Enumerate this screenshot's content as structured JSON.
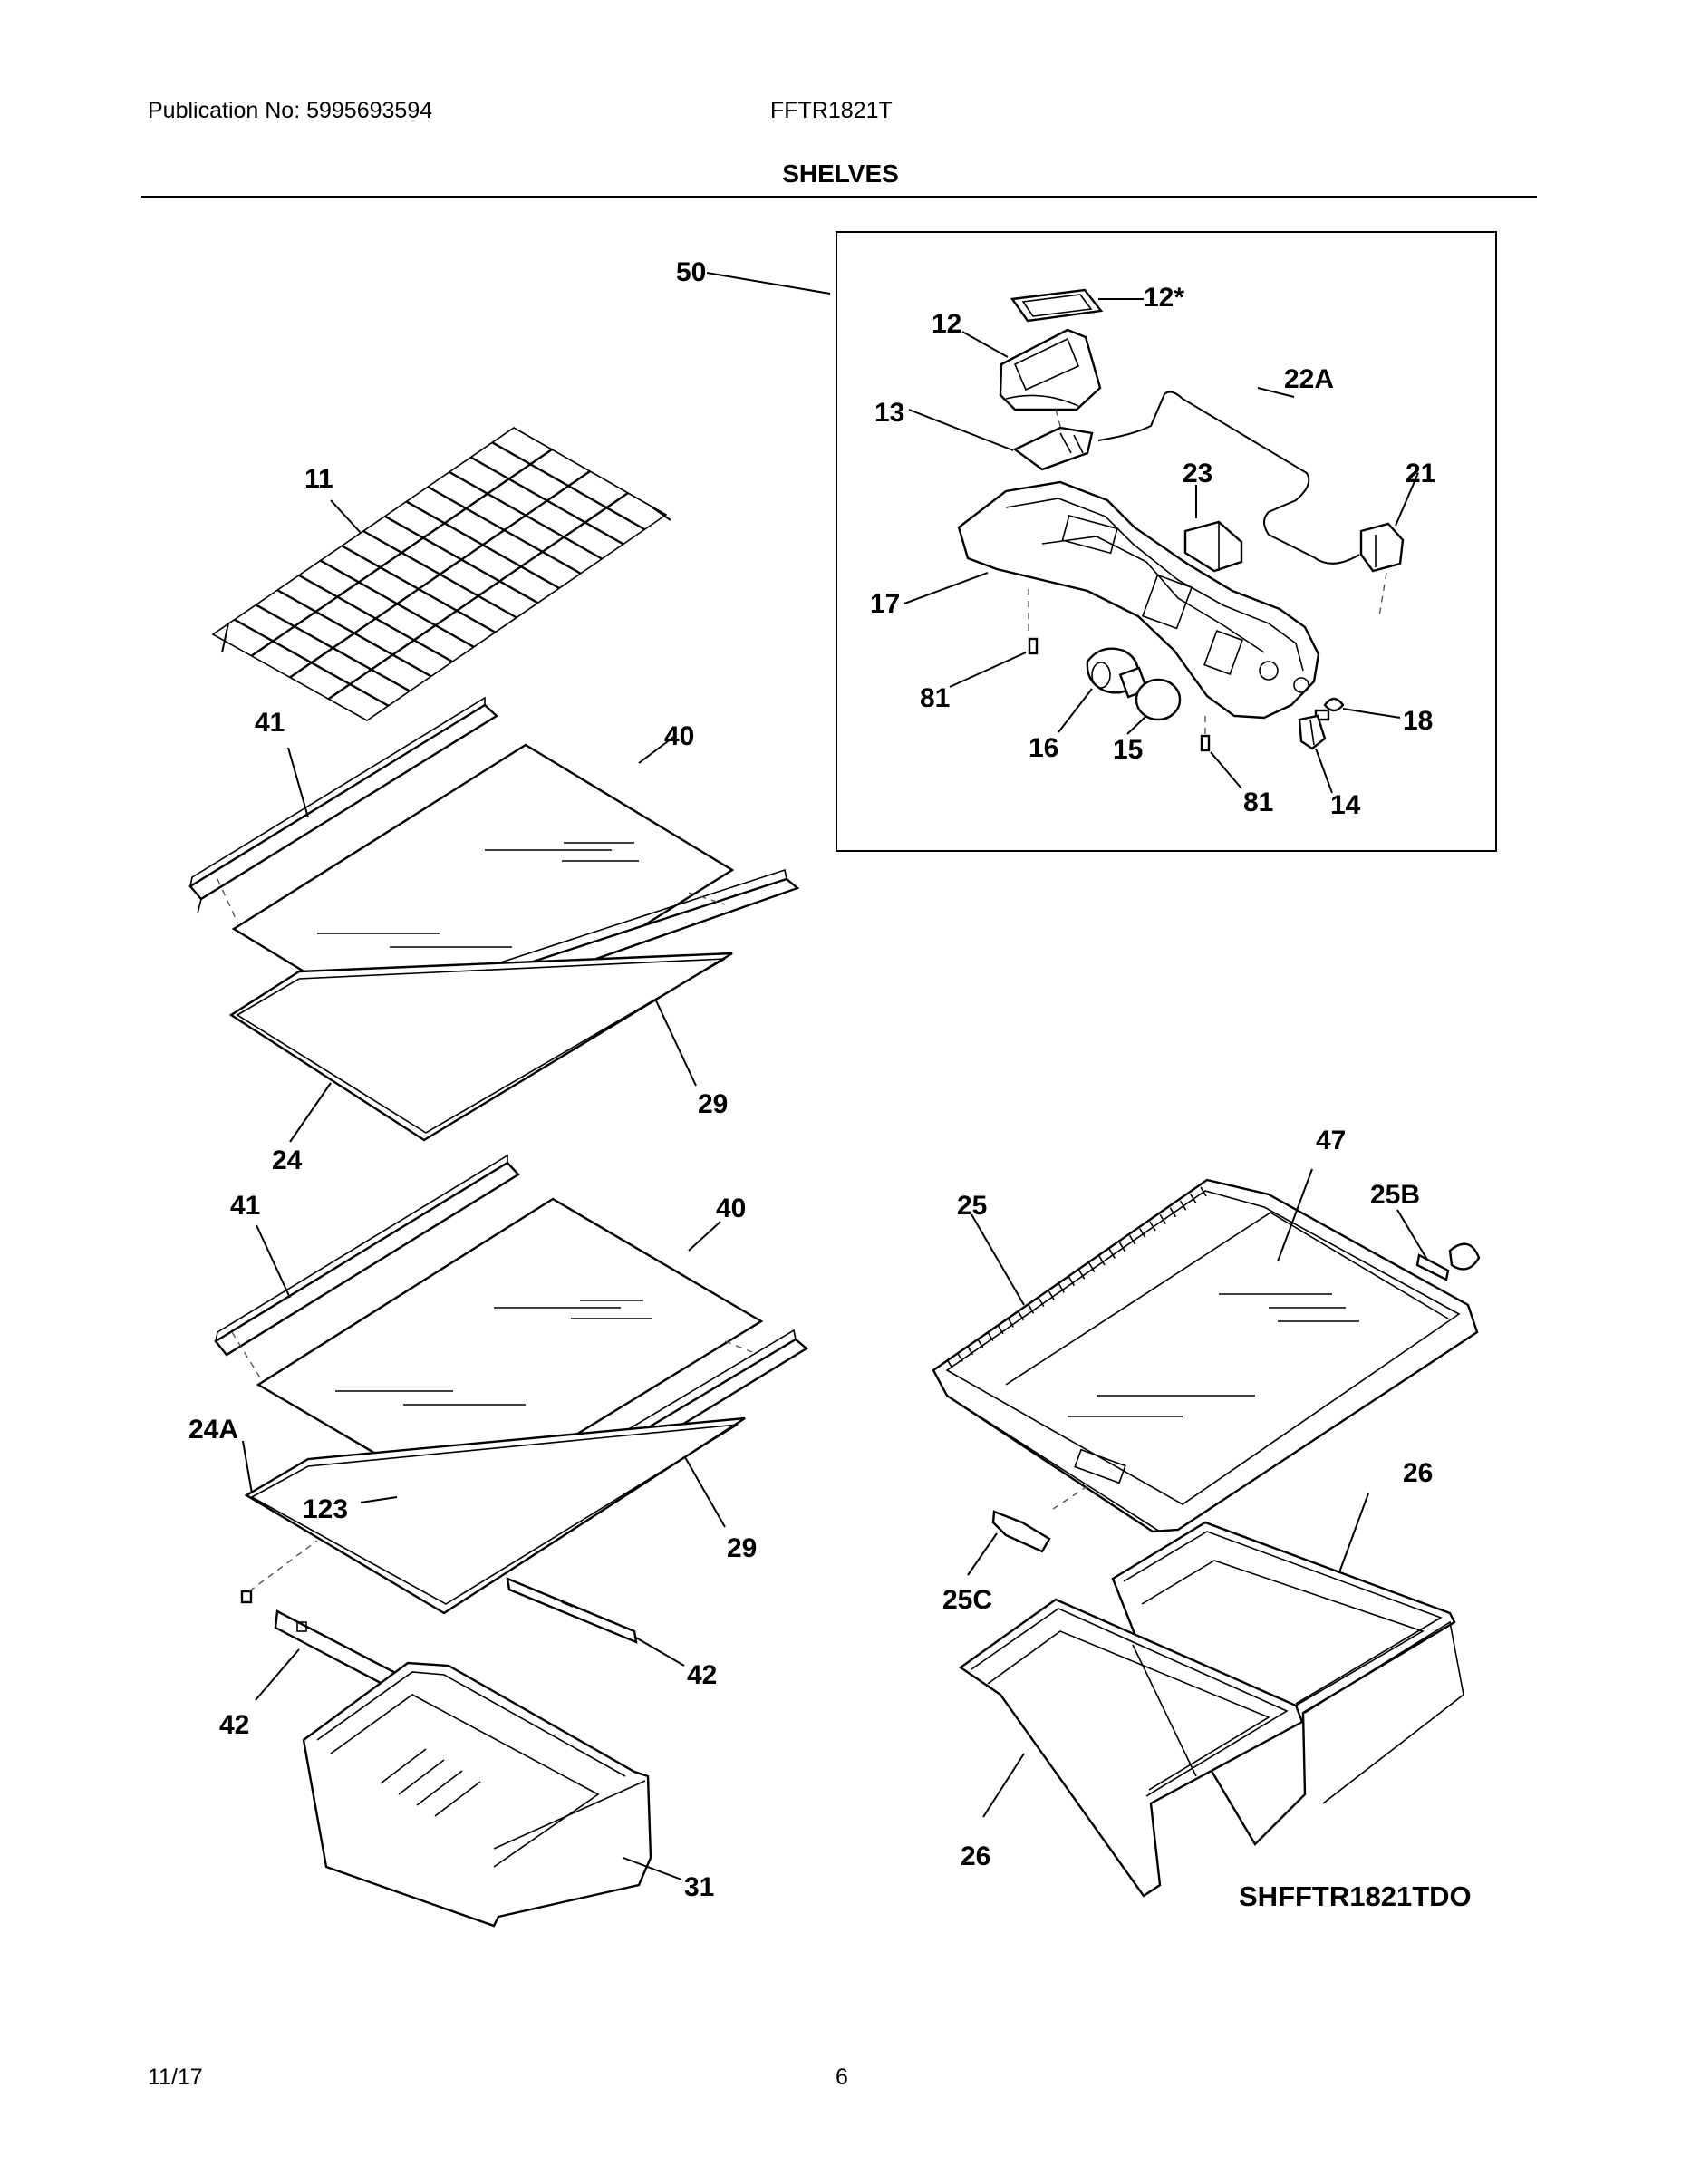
{
  "header": {
    "publication": "Publication No: 5995693594",
    "model": "FFTR1821T",
    "section_title": "SHELVES"
  },
  "footer": {
    "date": "11/17",
    "page_number": "6"
  },
  "diagram": {
    "code": "SHFFTR1821TDO",
    "labels": {
      "l50": "50",
      "l12s": "12*",
      "l12": "12",
      "l22A": "22A",
      "l13": "13",
      "l23": "23",
      "l21": "21",
      "l17": "17",
      "l81a": "81",
      "l18": "18",
      "l16": "16",
      "l15": "15",
      "l81b": "81",
      "l14": "14",
      "l11": "11",
      "l41a": "41",
      "l40a": "40",
      "l29a": "29",
      "l24": "24",
      "l41b": "41",
      "l40b": "40",
      "l24A": "24A",
      "l123": "123",
      "l29b": "29",
      "l42a": "42",
      "l42b": "42",
      "l31": "31",
      "l47": "47",
      "l25": "25",
      "l25B": "25B",
      "l26a": "26",
      "l25C": "25C",
      "l26b": "26"
    }
  }
}
